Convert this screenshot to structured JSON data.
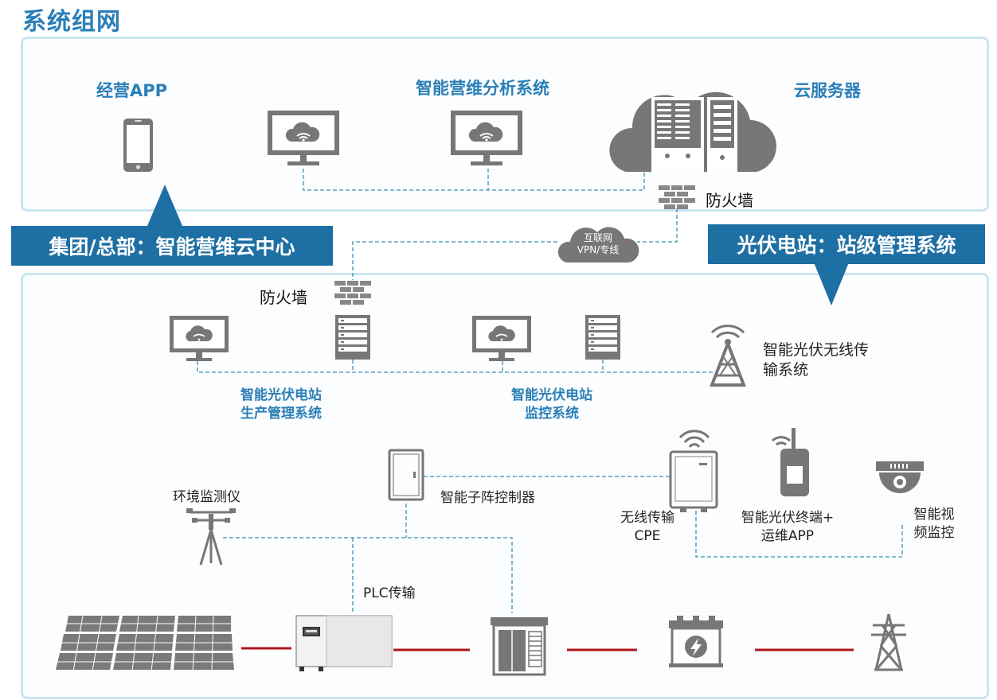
{
  "title": "系统组网",
  "top": {
    "business_app": "经营APP",
    "analysis_system": "智能营维分析系统",
    "cloud_server": "云服务器",
    "firewall": "防火墙"
  },
  "internet": {
    "line1": "互联网",
    "line2": "VPN/专线"
  },
  "banners": {
    "group": "集团/总部：智能营维云中心",
    "station": "光伏电站：站级管理系统"
  },
  "station": {
    "firewall": "防火墙",
    "production_system": [
      "智能光伏电站",
      "生产管理系统"
    ],
    "monitoring_system": [
      "智能光伏电站",
      "监控系统"
    ],
    "wireless_system": [
      "智能光伏无线传",
      "输系统"
    ],
    "env_monitor": "环境监测仪",
    "subarray_controller": "智能子阵控制器",
    "cpe": [
      "无线传输",
      "CPE"
    ],
    "terminal": [
      "智能光伏终端+",
      "运维APP"
    ],
    "video": [
      "智能视",
      "频监控"
    ],
    "plc": "PLC传输"
  },
  "colors": {
    "accent": "#2a7fb8",
    "banner": "#1e6fa3",
    "device": "#707070",
    "power_line": "#b01818",
    "dashed": "#3a8fb5"
  }
}
